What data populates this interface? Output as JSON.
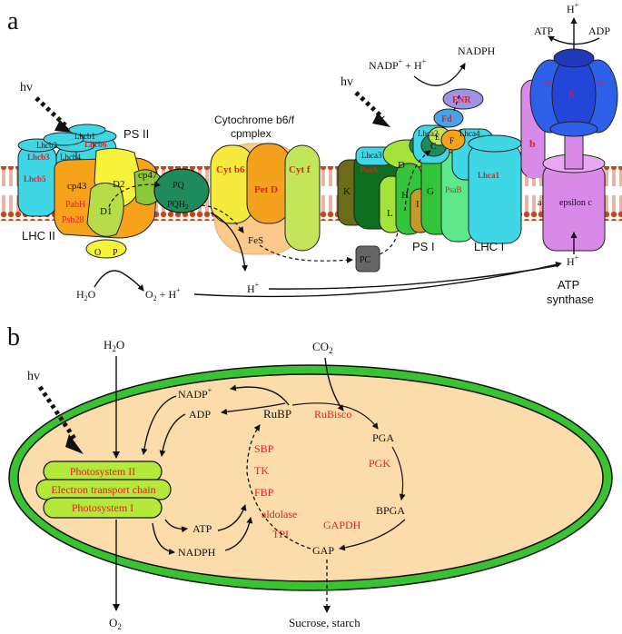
{
  "panel_a": {
    "label": "a",
    "hv_left": "hv",
    "hv_right": "hv",
    "ps2": {
      "title": "PS II",
      "lhc_title": "LHC II",
      "lhcb1": "Lhcb1",
      "lhcb2": "Lhcb2",
      "lhcb4": "Lhcb4",
      "lhcb6": "Lhcb6",
      "lhcb3": "Lhcb3",
      "lhcb5": "Lhcb5",
      "cp43": "cp43",
      "pabh": "PabH",
      "psb28": "Psb28",
      "d1": "D1",
      "d2": "D2",
      "cp47": "cp47",
      "o": "O",
      "p": "P"
    },
    "pq": "PQ",
    "pqh2": "PQH",
    "pqh2_sub": "2",
    "cyt": {
      "title1": "Cytochrome b6/f",
      "title2": "cpmplex",
      "cytb6": "Cyt b6",
      "petd": "Pet D",
      "cytf": "Cyt f",
      "fes": "FeS"
    },
    "pc": "PC",
    "ps1": {
      "title": "PS I",
      "lhc_title": "LHC I",
      "lhca3": "Lhca3",
      "lhca2": "Lhca2",
      "lhca4": "Lhca4",
      "lhca1": "Lhca1",
      "psaa": "PsaA",
      "k": "K",
      "d": "D",
      "c": "C",
      "e": "E",
      "f": "F",
      "l": "L",
      "h": "H",
      "i": "I",
      "g": "G",
      "psab": "PsaB",
      "fd": "Fd",
      "fnr": "FNR"
    },
    "nadp_in": "NADP",
    "nadp_in_tail": " + H",
    "nadph": "NADPH",
    "atp_synthase": {
      "atp": "ATP",
      "adp": "ADP",
      "h_top": "H",
      "alpha1": "α",
      "beta": "β",
      "alpha2": "α",
      "b": "b",
      "a": "a",
      "epsilon": "epsilon c",
      "h_bottom": "H",
      "label1": "ATP",
      "label2": "synthase"
    },
    "h2o": "H",
    "h2o_sub": "2",
    "h2o_tail": "O",
    "o2": "O",
    "o2_sub": "2",
    "o2_tail": " + H",
    "h_lumen": "H",
    "plus": "+"
  },
  "panel_b": {
    "label": "b",
    "hv": "hv",
    "h2o": "H",
    "h2o_sub": "2",
    "h2o_tail": "O",
    "co2": "CO",
    "co2_sub": "2",
    "psii": "Photosystem II",
    "etc": "Electron transport chain",
    "psi": "Photosystem I",
    "nadp": "NADP",
    "adp": "ADP",
    "atp": "ATP",
    "nadph": "NADPH",
    "rubp": "RuBP",
    "rubisco": "RuBisco",
    "pga": "PGA",
    "pgk": "PGK",
    "bpga": "BPGA",
    "gapdh": "GAPDH",
    "gap": "GAP",
    "sbp": "SBP",
    "tk": "TK",
    "fbp": "FBP",
    "aldolase": "aldolase",
    "tpi": "TPI",
    "o2": "O",
    "o2_sub": "2",
    "sucrose": "Sucrose, starch",
    "plus": "+"
  },
  "colors": {
    "lhc_cyan": "#3fd6e6",
    "ps2_orange": "#f7a21b",
    "d_yellow": "#f7f23a",
    "d1_green": "#b6dc4a",
    "pq_green": "#1f8a5b",
    "cyt_light": "#fbc98a",
    "cyt_yellow": "#f6ea3c",
    "cyt_orange": "#f4a21e",
    "cyt_green": "#c2e55a",
    "ps1_dark": "#0d6e1d",
    "ps1_green": "#34c43a",
    "psab": "#5de88a",
    "fd_blue": "#4aa3e8",
    "fnr_purple": "#9d93e6",
    "atp_blue": "#2446d8",
    "atp_violet": "#d98ae9",
    "cell_green": "#39c232",
    "stroma": "#fcdcaa",
    "thylakoid": "#b4e83a",
    "label_red": "#e02020"
  }
}
